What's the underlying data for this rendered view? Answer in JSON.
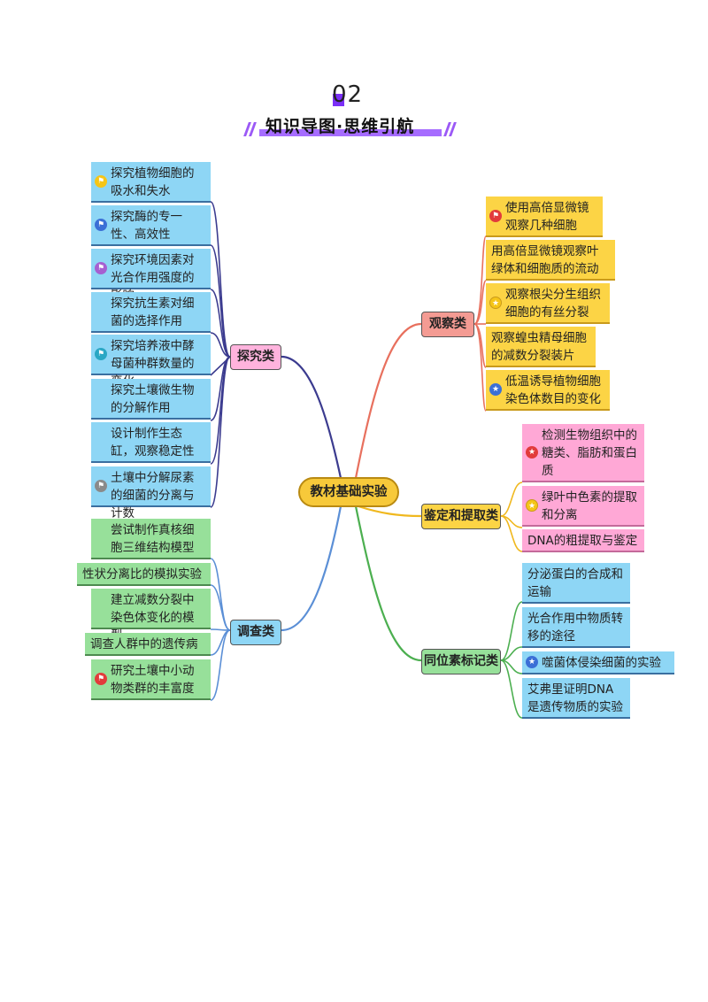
{
  "header": {
    "number": "02",
    "title": "知识导图·思维引航"
  },
  "center": "教材基础实验",
  "categories": {
    "tanjiu": "探究类",
    "diaocha": "调查类",
    "guancha": "观察类",
    "jianding": "鉴定和提取类",
    "tongwei": "同位素标记类"
  },
  "tanjiu_items": [
    "探究植物细胞的吸水和失水",
    "探究酶的专一性、高效性",
    "探究环境因素对光合作用强度的影响",
    "探究抗生素对细菌的选择作用",
    "探究培养液中酵母菌种群数量的变化",
    "探究土壤微生物的分解作用",
    "设计制作生态缸，观察稳定性",
    "土壤中分解尿素的细菌的分离与计数"
  ],
  "diaocha_items": [
    "尝试制作真核细胞三维结构模型",
    "性状分离比的模拟实验",
    "建立减数分裂中染色体变化的模型",
    "调查人群中的遗传病",
    "研究土壤中小动物类群的丰富度"
  ],
  "guancha_items": [
    "使用高倍显微镜观察几种细胞",
    "用高倍显微镜观察叶绿体和细胞质的流动",
    "观察根尖分生组织细胞的有丝分裂",
    "观察蝗虫精母细胞的减数分裂装片",
    "低温诱导植物细胞染色体数目的变化"
  ],
  "jianding_items": [
    "检测生物组织中的糖类、脂肪和蛋白质",
    "绿叶中色素的提取和分离",
    "DNA的粗提取与鉴定"
  ],
  "tongwei_items": [
    "分泌蛋白的合成和运输",
    "光合作用中物质转移的途径",
    "噬菌体侵染细菌的实验",
    "艾弗里证明DNA是遗传物质的实验"
  ],
  "colors": {
    "tanjiu": "#3b3b8f",
    "diaocha": "#5b8fd6",
    "guancha": "#e8705e",
    "jianding": "#f0b81e",
    "tongwei": "#4caf50"
  }
}
